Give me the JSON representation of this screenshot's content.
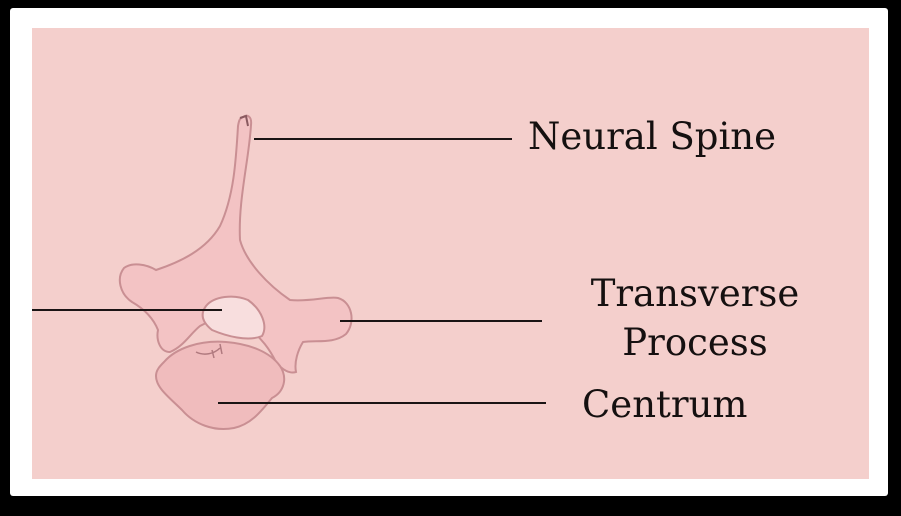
{
  "labels": {
    "neural_spine": "Neural Spine",
    "transverse_process_line1": "Transverse",
    "transverse_process_line2": "Process",
    "centrum": "Centrum"
  },
  "colors": {
    "background": "#f4cfcc",
    "frame": "#ffffff",
    "outer": "#000000",
    "bone_fill": "#f3c3c4",
    "bone_outline": "#c98f93",
    "leader_line": "#1a1414",
    "label_text": "#151010"
  }
}
